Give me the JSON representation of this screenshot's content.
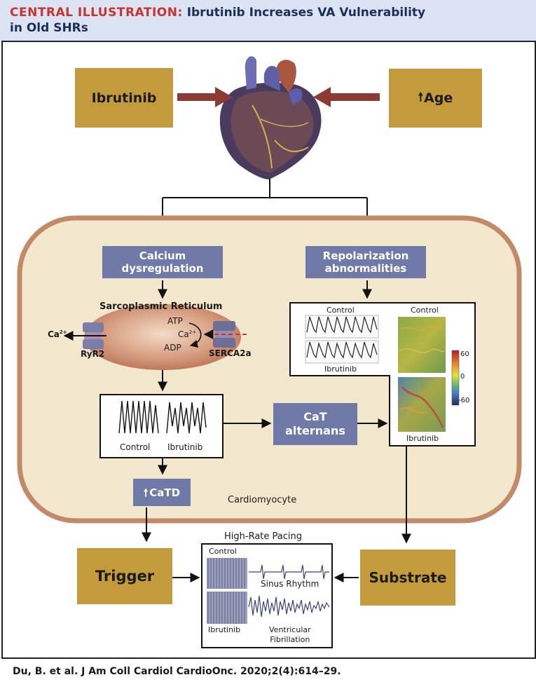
{
  "header": {
    "title_lead": "CENTRAL ILLUSTRATION:",
    "title_rest": "Ibrutinib Increases VA Vulnerability",
    "title_line2": "in Old SHRs"
  },
  "inputs": {
    "ibrutinib": "Ibrutinib",
    "age": "Age"
  },
  "pathways": {
    "calcium_line1": "Calcium",
    "calcium_line2": "dysregulation",
    "repol_line1": "Repolarization",
    "repol_line2": "abnormalities"
  },
  "sr": {
    "title": "Sarcoplasmic Reticulum",
    "ca_left": "Ca",
    "ca_sup": "2+",
    "atp": "ATP",
    "adp": "ADP",
    "ca_inner": "Ca",
    "ryr2": "RyR2",
    "serca": "SERCA2a"
  },
  "cat_panel": {
    "control": "Control",
    "ibrutinib": "Ibrutinib"
  },
  "alternans": {
    "line1": "CaT",
    "line2": "alternans"
  },
  "catd": {
    "label": "CaTD"
  },
  "cell_label": "Cardiomyocyte",
  "repol_panel": {
    "control_trace": "Control",
    "ibrutinib_trace": "Ibrutinib",
    "control_map": "Control",
    "ibrutinib_map": "Ibrutinib",
    "scale_max": "60",
    "scale_mid": "0",
    "scale_min": "-60"
  },
  "outputs": {
    "trigger": "Trigger",
    "substrate": "Substrate"
  },
  "pacing": {
    "title": "High-Rate Pacing",
    "control": "Control",
    "sinus": "Sinus Rhythm",
    "ibrutinib": "Ibrutinib",
    "vf_line1": "Ventricular",
    "vf_line2": "Fibrillation"
  },
  "citation": "Du, B. et al. J Am Coll Cardiol CardioOnc. 2020;2(4):614–29.",
  "colors": {
    "header_bg": "#dce3f2",
    "title_red": "#c8322f",
    "title_navy": "#1c2f5c",
    "gold_box": "#c39a3c",
    "blue_box": "#6f7aa8",
    "cell_fill": "#f3e8cd",
    "cell_border": "#c28a68",
    "arrow_red": "#8e3a33"
  }
}
